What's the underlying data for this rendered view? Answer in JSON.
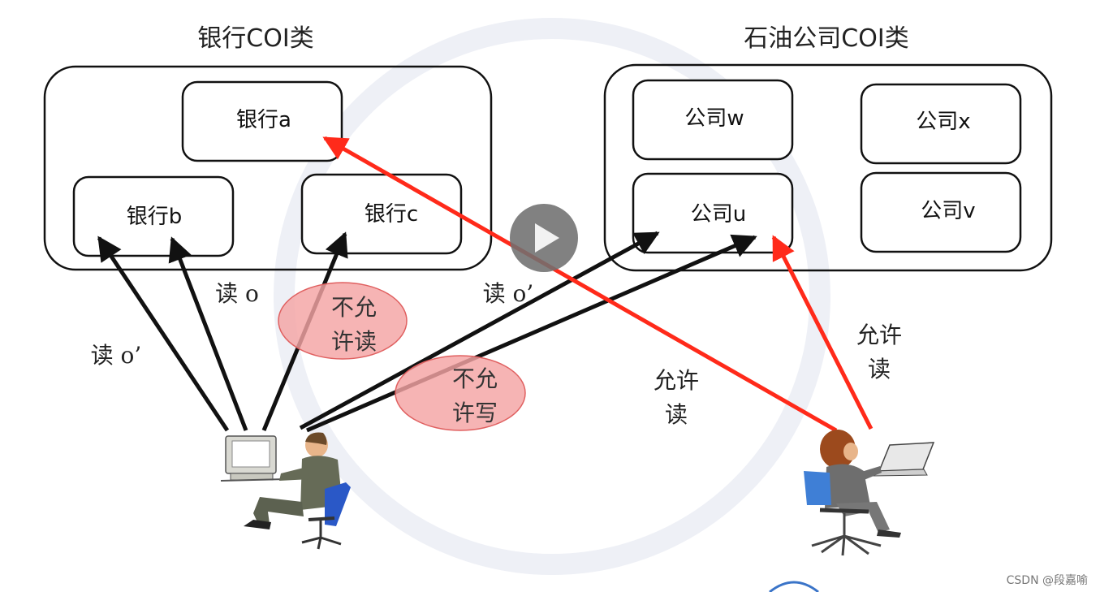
{
  "groups": {
    "bank": {
      "title": "银行COI类",
      "items": [
        "银行a",
        "银行b",
        "银行c"
      ]
    },
    "oil": {
      "title": "石油公司COI类",
      "items": [
        "公司w",
        "公司x",
        "公司u",
        "公司v"
      ]
    }
  },
  "edge_labels": {
    "read_o": "读 o",
    "read_o_prime_left": "读 o’",
    "read_o_prime_mid": "读 o’",
    "allow_read_mid": [
      "允许",
      "读"
    ],
    "allow_read_right": [
      "允许",
      "读"
    ]
  },
  "deny_badges": {
    "read": [
      "不允",
      "许读"
    ],
    "write": [
      "不允",
      "许写"
    ]
  },
  "colors": {
    "black_arrow": "#111111",
    "red_arrow": "#ff2a1a",
    "deny_fill": "#f4a3a3",
    "deny_stroke": "#e06060",
    "play_button": "#6f6f6f"
  },
  "icons": {
    "play": "play-icon",
    "user_left": "man-at-computer-icon",
    "user_right": "woman-at-laptop-icon"
  },
  "watermark": "CSDN @段嘉喻"
}
